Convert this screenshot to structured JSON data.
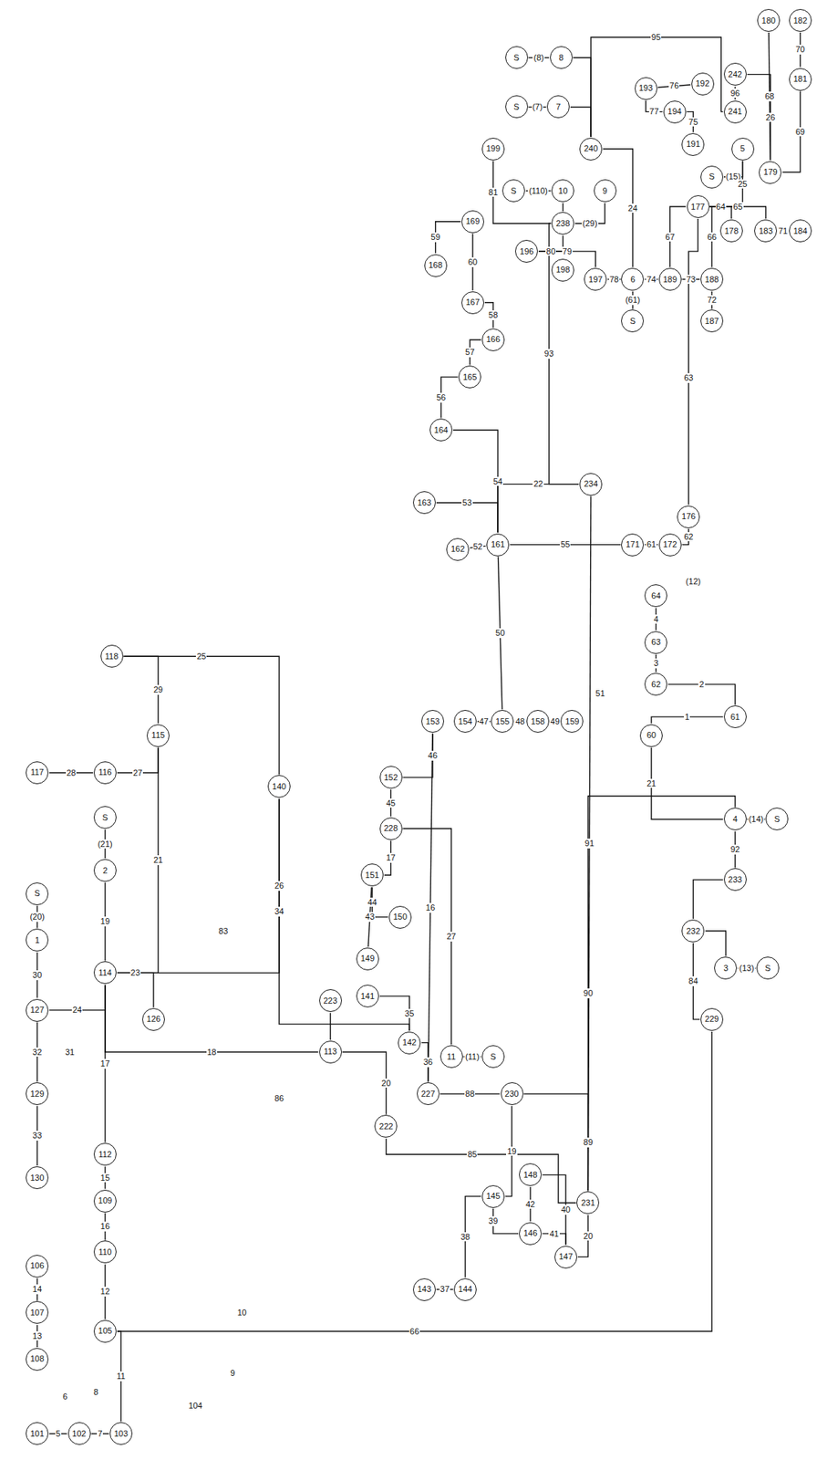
{
  "diagram": {
    "nodes": [
      {
        "text": [
          "180"
        ]
      },
      {
        "text": [
          "182"
        ]
      },
      {
        "text": [
          "181"
        ]
      },
      {
        "text": [
          "242"
        ]
      },
      {
        "text": [
          "241"
        ]
      },
      {
        "text": [
          "5"
        ]
      },
      {
        "text": [
          "S"
        ]
      },
      {
        "text": [
          "179"
        ]
      },
      {
        "text": [
          "184"
        ]
      },
      {
        "text": [
          "183"
        ]
      },
      {
        "text": [
          "178"
        ]
      },
      {
        "text": [
          "177"
        ]
      },
      {
        "text": [
          "188"
        ]
      },
      {
        "text": [
          "187"
        ]
      },
      {
        "text": [
          "189"
        ]
      },
      {
        "text": [
          "193"
        ]
      },
      {
        "text": [
          "194"
        ]
      },
      {
        "text": [
          "192"
        ]
      },
      {
        "text": [
          "191"
        ]
      },
      {
        "text": [
          "6"
        ]
      },
      {
        "text": [
          "S"
        ]
      },
      {
        "text": [
          "240"
        ]
      },
      {
        "text": [
          "8"
        ]
      },
      {
        "text": [
          "S"
        ]
      },
      {
        "text": [
          "7"
        ]
      },
      {
        "text": [
          "S"
        ]
      },
      {
        "text": [
          "199"
        ]
      },
      {
        "text": [
          "238"
        ]
      },
      {
        "text": [
          "9"
        ]
      },
      {
        "text": [
          "10"
        ]
      },
      {
        "text": [
          "S"
        ]
      },
      {
        "text": [
          "196"
        ]
      },
      {
        "text": [
          "198"
        ]
      },
      {
        "text": [
          "197"
        ]
      },
      {
        "text": [
          "169"
        ]
      },
      {
        "text": [
          "168"
        ]
      },
      {
        "text": [
          "167"
        ]
      },
      {
        "text": [
          "166"
        ]
      },
      {
        "text": [
          "165"
        ]
      },
      {
        "text": [
          "164"
        ]
      },
      {
        "text": [
          "163"
        ]
      },
      {
        "text": [
          "162"
        ]
      },
      {
        "text": [
          "161"
        ]
      },
      {
        "text": [
          "234"
        ]
      },
      {
        "text": [
          "171"
        ]
      },
      {
        "text": [
          "172"
        ]
      },
      {
        "text": [
          "176"
        ]
      },
      {
        "text": [
          "64"
        ]
      },
      {
        "text": [
          "63"
        ]
      },
      {
        "text": [
          "62"
        ]
      },
      {
        "text": [
          "61"
        ]
      },
      {
        "text": [
          "60"
        ]
      },
      {
        "text": [
          "4"
        ]
      },
      {
        "text": [
          "S"
        ]
      },
      {
        "text": [
          "233"
        ]
      },
      {
        "text": [
          "232"
        ]
      },
      {
        "text": [
          "3"
        ]
      },
      {
        "text": [
          "S"
        ]
      },
      {
        "text": [
          "229"
        ]
      },
      {
        "text": [
          "228"
        ]
      },
      {
        "text": [
          "152"
        ]
      },
      {
        "text": [
          "153"
        ]
      },
      {
        "text": [
          "154"
        ]
      },
      {
        "text": [
          "155"
        ]
      },
      {
        "text": [
          "158"
        ]
      },
      {
        "text": [
          "159"
        ]
      },
      {
        "text": [
          "151"
        ]
      },
      {
        "text": [
          "150"
        ]
      },
      {
        "text": [
          "149"
        ]
      },
      {
        "text": [
          "141"
        ]
      },
      {
        "text": [
          "142"
        ]
      },
      {
        "text": [
          "11"
        ]
      },
      {
        "text": [
          "S"
        ]
      },
      {
        "text": [
          "227"
        ]
      },
      {
        "text": [
          "230"
        ]
      },
      {
        "text": [
          "145"
        ]
      },
      {
        "text": [
          "148"
        ]
      },
      {
        "text": [
          "146"
        ]
      },
      {
        "text": [
          "147"
        ]
      },
      {
        "text": [
          "231"
        ]
      },
      {
        "text": [
          "143"
        ]
      },
      {
        "text": [
          "144"
        ]
      },
      {
        "text": [
          "140"
        ]
      },
      {
        "text": [
          "223"
        ]
      },
      {
        "text": [
          "113"
        ]
      },
      {
        "text": [
          "222"
        ]
      },
      {
        "text": [
          "S"
        ]
      },
      {
        "text": [
          "1"
        ]
      },
      {
        "text": [
          "127"
        ]
      },
      {
        "text": [
          "129"
        ]
      },
      {
        "text": [
          "130"
        ]
      },
      {
        "text": [
          "106"
        ]
      },
      {
        "text": [
          "107"
        ]
      },
      {
        "text": [
          "108"
        ]
      },
      {
        "text": [
          "101"
        ]
      },
      {
        "text": [
          "102"
        ]
      },
      {
        "text": [
          "103"
        ]
      },
      {
        "text": [
          "105"
        ]
      },
      {
        "text": [
          "110"
        ]
      },
      {
        "text": [
          "109"
        ]
      },
      {
        "text": [
          "112"
        ]
      },
      {
        "text": [
          "114"
        ]
      },
      {
        "text": [
          "126"
        ]
      },
      {
        "text": [
          "S"
        ]
      },
      {
        "text": [
          "2"
        ]
      },
      {
        "text": [
          "117"
        ]
      },
      {
        "text": [
          "116"
        ]
      },
      {
        "text": [
          "115"
        ]
      },
      {
        "text": [
          "118"
        ]
      }
    ],
    "edges": [
      {
        "from": 7,
        "to": 0,
        "label": "68",
        "arrow": "none"
      },
      {
        "from": 2,
        "to": 1,
        "label": "70",
        "arrow": "none"
      },
      {
        "from": 7,
        "to": 2,
        "label": "69",
        "arrow": "none"
      },
      {
        "from": 4,
        "to": 3,
        "label": "96",
        "arrow": "none"
      },
      {
        "from": 3,
        "to": 7,
        "label": "26",
        "arrow": "none"
      },
      {
        "from": 6,
        "to": 5,
        "label": "(15)",
        "arrow": "none"
      },
      {
        "from": 5,
        "to": 11,
        "label": "25",
        "arrow": "none"
      },
      {
        "from": 11,
        "to": 10,
        "label": "64",
        "arrow": "none"
      },
      {
        "from": 11,
        "to": 9,
        "label": "65",
        "arrow": "none"
      },
      {
        "from": 9,
        "to": 8,
        "label": "71",
        "arrow": "none"
      },
      {
        "from": 11,
        "to": 12,
        "label": "66",
        "arrow": "none"
      },
      {
        "from": 12,
        "to": 13,
        "label": "72",
        "arrow": "none"
      },
      {
        "from": 14,
        "to": 11,
        "label": "67",
        "arrow": "none"
      },
      {
        "from": 14,
        "to": 12,
        "label": "73",
        "arrow": "none"
      },
      {
        "from": 19,
        "to": 14,
        "label": "74",
        "arrow": "none"
      },
      {
        "from": 16,
        "to": 15,
        "label": "77",
        "arrow": "none"
      },
      {
        "from": 16,
        "to": 18,
        "label": "75",
        "arrow": "none"
      },
      {
        "from": 15,
        "to": 17,
        "label": "76",
        "arrow": "none"
      },
      {
        "from": 21,
        "to": 19,
        "label": "24",
        "arrow": "none"
      },
      {
        "from": 20,
        "to": 19,
        "label": "(61)",
        "arrow": "none"
      },
      {
        "from": 23,
        "to": 22,
        "label": "(8)",
        "arrow": "none"
      },
      {
        "from": 22,
        "to": 21,
        "arrow": "none"
      },
      {
        "from": 25,
        "to": 24,
        "label": "(7)",
        "arrow": "none"
      },
      {
        "from": 24,
        "to": 21,
        "arrow": "none"
      },
      {
        "from": 21,
        "to": 4,
        "label": "95",
        "arrow": "none"
      },
      {
        "from": 26,
        "to": 27,
        "label": "81",
        "arrow": "none"
      },
      {
        "from": 30,
        "to": 29,
        "label": "(110)",
        "arrow": "none"
      },
      {
        "from": 29,
        "to": 27,
        "arrow": "none"
      },
      {
        "from": 28,
        "to": 27,
        "label": "(29)",
        "arrow": "none"
      },
      {
        "from": 31,
        "to": 27,
        "label": "80",
        "arrow": "none"
      },
      {
        "from": 31,
        "to": 33,
        "label": "79",
        "arrow": "none"
      },
      {
        "from": 33,
        "to": 19,
        "label": "78",
        "arrow": "none"
      },
      {
        "from": 27,
        "to": 43,
        "label": "93",
        "arrow": "none"
      },
      {
        "from": 34,
        "to": 36,
        "label": "60",
        "arrow": "none"
      },
      {
        "from": 34,
        "to": 35,
        "label": "59",
        "arrow": "none"
      },
      {
        "from": 36,
        "to": 37,
        "label": "58",
        "arrow": "none"
      },
      {
        "from": 37,
        "to": 38,
        "label": "57",
        "arrow": "none"
      },
      {
        "from": 38,
        "to": 39,
        "label": "56",
        "arrow": "none"
      },
      {
        "from": 39,
        "to": 42,
        "label": "54",
        "arrow": "none"
      },
      {
        "from": 42,
        "to": 40,
        "label": "53",
        "arrow": "none"
      },
      {
        "from": 42,
        "to": 41,
        "label": "52",
        "arrow": "none"
      },
      {
        "from": 43,
        "to": 42,
        "label": "22",
        "arrow": "none"
      },
      {
        "from": 42,
        "to": 44,
        "label": "55",
        "arrow": "none"
      },
      {
        "from": 44,
        "to": 45,
        "label": "61",
        "arrow": "none"
      },
      {
        "from": 45,
        "to": 46,
        "label": "62",
        "arrow": "none"
      },
      {
        "from": 46,
        "to": 11,
        "label": "63",
        "arrow": "none"
      },
      {
        "from": 47,
        "to": 48,
        "label": "4",
        "arrow": "none"
      },
      {
        "from": 48,
        "to": 49,
        "label": "3",
        "arrow": "none"
      },
      {
        "from": 49,
        "to": 50,
        "label": "2",
        "arrow": "none"
      },
      {
        "from": 50,
        "to": 51,
        "label": "1",
        "arrow": "none"
      },
      {
        "from": 51,
        "to": 52,
        "label": "21",
        "arrow": "none"
      },
      {
        "from": 53,
        "to": 52,
        "label": "(14)",
        "arrow": "none"
      },
      {
        "from": 52,
        "to": 54,
        "label": "92",
        "arrow": "none"
      },
      {
        "from": 54,
        "to": 55,
        "arrow": "none"
      },
      {
        "from": 57,
        "to": 56,
        "label": "(13)",
        "arrow": "none"
      },
      {
        "from": 55,
        "to": 56,
        "arrow": "none"
      },
      {
        "from": 79,
        "to": 43,
        "label": "91",
        "arrow": "none"
      },
      {
        "from": 79,
        "to": 52,
        "label": "90",
        "arrow": "none"
      },
      {
        "from": 79,
        "to": 74,
        "label": "89",
        "arrow": "none"
      },
      {
        "from": 73,
        "to": 74,
        "label": "88",
        "arrow": "none"
      },
      {
        "from": 59,
        "to": 60,
        "label": "45",
        "arrow": "none"
      },
      {
        "from": 60,
        "to": 61,
        "label": "46",
        "arrow": "none"
      },
      {
        "from": 62,
        "to": 63,
        "label": "47",
        "arrow": "none"
      },
      {
        "from": 63,
        "to": 64,
        "label": "48",
        "arrow": "none"
      },
      {
        "from": 64,
        "to": 65,
        "label": "49",
        "arrow": "none"
      },
      {
        "from": 63,
        "to": 42,
        "label": "50",
        "arrow": "none"
      },
      {
        "from": 61,
        "to": 73,
        "label": "16",
        "arrow": "none"
      },
      {
        "from": 66,
        "to": 59,
        "label": "17",
        "arrow": "none"
      },
      {
        "from": 67,
        "to": 66,
        "label": "44",
        "arrow": "none"
      },
      {
        "from": 68,
        "to": 66,
        "label": "43",
        "arrow": "none"
      },
      {
        "from": 71,
        "to": 59,
        "label": "27",
        "arrow": "none"
      },
      {
        "from": 72,
        "to": 71,
        "label": "(11)",
        "arrow": "none"
      },
      {
        "from": 69,
        "to": 70,
        "label": "35",
        "arrow": "none"
      },
      {
        "from": 70,
        "to": 73,
        "label": "36",
        "arrow": "none"
      },
      {
        "from": 82,
        "to": 70,
        "label": "34",
        "arrow": "none"
      },
      {
        "from": 75,
        "to": 74,
        "label": "19",
        "arrow": "none"
      },
      {
        "from": 75,
        "to": 81,
        "label": "38",
        "arrow": "none"
      },
      {
        "from": 81,
        "to": 80,
        "label": "37",
        "arrow": "none"
      },
      {
        "from": 76,
        "to": 78,
        "label": "40",
        "arrow": "none"
      },
      {
        "from": 77,
        "to": 78,
        "label": "41",
        "arrow": "none"
      },
      {
        "from": 76,
        "to": 77,
        "label": "42",
        "arrow": "none"
      },
      {
        "from": 75,
        "to": 77,
        "label": "39",
        "arrow": "none"
      },
      {
        "from": 78,
        "to": 79,
        "label": "20",
        "arrow": "none"
      },
      {
        "from": 86,
        "to": 87,
        "label": "(20)",
        "arrow": "none"
      },
      {
        "from": 87,
        "to": 88,
        "label": "30",
        "arrow": "none"
      },
      {
        "from": 88,
        "to": 89,
        "label": "32",
        "arrow": "none"
      },
      {
        "from": 89,
        "to": 90,
        "label": "33",
        "arrow": "none"
      },
      {
        "from": 88,
        "to": 101,
        "label": "24",
        "arrow": "none"
      },
      {
        "from": 101,
        "to": 102,
        "label": "23",
        "arrow": "none"
      },
      {
        "from": 103,
        "to": 104,
        "label": "(21)",
        "arrow": "none"
      },
      {
        "from": 104,
        "to": 101,
        "label": "19",
        "arrow": "none"
      },
      {
        "from": 105,
        "to": 106,
        "label": "28",
        "arrow": "none"
      },
      {
        "from": 106,
        "to": 107,
        "label": "27",
        "arrow": "none"
      },
      {
        "from": 108,
        "to": 107,
        "label": "29",
        "arrow": "none"
      },
      {
        "from": 107,
        "to": 101,
        "label": "21",
        "arrow": "none"
      },
      {
        "from": 108,
        "to": 82,
        "label": "25",
        "arrow": "none"
      },
      {
        "from": 101,
        "to": 82,
        "label": "26",
        "arrow": "none"
      },
      {
        "from": 101,
        "to": 84,
        "label": "18",
        "arrow": "none"
      },
      {
        "from": 100,
        "to": 101,
        "label": "17",
        "arrow": "none"
      },
      {
        "from": 99,
        "to": 100,
        "label": "15",
        "arrow": "none"
      },
      {
        "from": 98,
        "to": 99,
        "label": "16",
        "arrow": "none"
      },
      {
        "from": 97,
        "to": 98,
        "label": "12",
        "arrow": "none"
      },
      {
        "from": 91,
        "to": 92,
        "label": "14",
        "arrow": "none"
      },
      {
        "from": 92,
        "to": 93,
        "label": "13",
        "arrow": "none"
      },
      {
        "from": 94,
        "to": 95,
        "label": "5",
        "arrow": "none"
      },
      {
        "from": 95,
        "to": 96,
        "label": "7",
        "arrow": "none"
      },
      {
        "from": 96,
        "to": 97,
        "label": "11",
        "arrow": "none"
      },
      {
        "from": 97,
        "to": 58,
        "label": "66",
        "arrow": "none"
      },
      {
        "from": 58,
        "to": 55,
        "label": "84",
        "arrow": "none"
      },
      {
        "from": 84,
        "to": 85,
        "label": "20",
        "arrow": "none"
      },
      {
        "from": 85,
        "to": 79,
        "label": "85",
        "arrow": "none"
      },
      {
        "from": 83,
        "to": 84,
        "arrow": "none"
      }
    ],
    "labels": [
      "(12)",
      "51",
      "9",
      "10",
      "104",
      "31",
      "6",
      "8",
      "83",
      "86"
    ]
  }
}
